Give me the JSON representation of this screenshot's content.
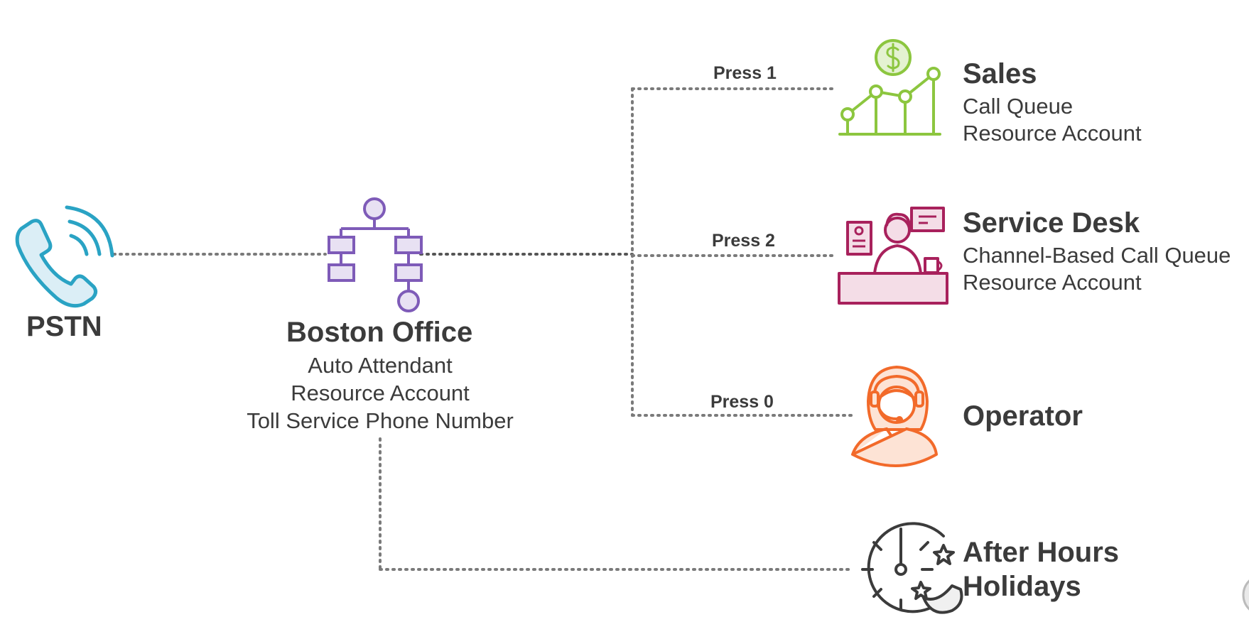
{
  "pstn": {
    "label": "PSTN"
  },
  "boston": {
    "title": "Boston Office",
    "lines": [
      "Auto Attendant",
      "Resource Account",
      "Toll Service Phone Number"
    ]
  },
  "menu": [
    {
      "press": "Press 1",
      "title": "Sales",
      "lines": [
        "Call Queue",
        "Resource Account"
      ],
      "color": "#8cc63f"
    },
    {
      "press": "Press 2",
      "title": "Service Desk",
      "lines": [
        "Channel-Based Call Queue",
        "Resource Account"
      ],
      "color": "#a8215c"
    },
    {
      "press": "Press 0",
      "title": "Operator",
      "lines": [],
      "color": "#f26a2a"
    }
  ],
  "after_hours": {
    "lines": [
      "After Hours",
      "Holidays"
    ]
  },
  "colors": {
    "phone": "#2aa3c4",
    "org": "#7e5bb8",
    "clock": "#3b3b3b",
    "line": "#7a7a7a"
  },
  "icons": {
    "pstn": "phone-icon",
    "boston": "org-chart-icon",
    "sales": "sales-chart-icon",
    "service": "service-desk-agent-icon",
    "operator": "operator-headset-icon",
    "after_hours": "clock-moon-icon"
  }
}
